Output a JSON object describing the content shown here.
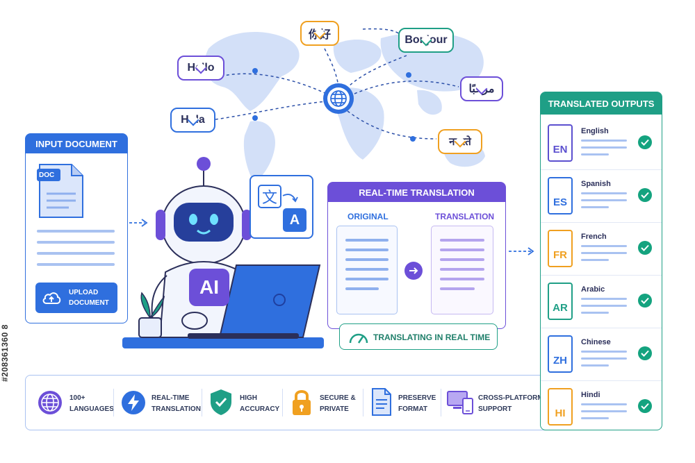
{
  "greetings": {
    "hello": "Hello",
    "hola": "Hola",
    "nihao": "你好",
    "bonjour": "Bonjour",
    "marhaba": "مرحبًا",
    "namaste": "नमस्ते"
  },
  "input_document": {
    "title": "INPUT DOCUMENT",
    "doc_tag": "DOC",
    "upload_line1": "UPLOAD",
    "upload_line2": "DOCUMENT"
  },
  "robot": {
    "badge": "AI",
    "translate_glyph_source": "文",
    "translate_glyph_target": "A"
  },
  "realtime": {
    "title": "REAL-TIME TRANSLATION",
    "original_label": "ORIGINAL",
    "translation_label": "TRANSLATION",
    "status": "TRANSLATING IN REAL TIME"
  },
  "outputs": {
    "title": "TRANSLATED OUTPUTS",
    "items": [
      {
        "code": "EN",
        "name": "English",
        "color": "#5b4fcf"
      },
      {
        "code": "ES",
        "name": "Spanish",
        "color": "#2f6fde"
      },
      {
        "code": "FR",
        "name": "French",
        "color": "#f0a020"
      },
      {
        "code": "AR",
        "name": "Arabic",
        "color": "#1f9f86"
      },
      {
        "code": "ZH",
        "name": "Chinese",
        "color": "#2f6fde"
      },
      {
        "code": "HI",
        "name": "Hindi",
        "color": "#f0a020"
      }
    ]
  },
  "features": [
    {
      "line1": "100+",
      "line2": "LANGUAGES",
      "icon": "globe-icon"
    },
    {
      "line1": "REAL-TIME",
      "line2": "TRANSLATION",
      "icon": "lightning-icon"
    },
    {
      "line1": "HIGH",
      "line2": "ACCURACY",
      "icon": "shield-check-icon"
    },
    {
      "line1": "SECURE &",
      "line2": "PRIVATE",
      "icon": "lock-icon"
    },
    {
      "line1": "PRESERVE",
      "line2": "FORMAT",
      "icon": "document-icon"
    },
    {
      "line1": "CROSS-PLATFORM",
      "line2": "SUPPORT",
      "icon": "devices-icon"
    }
  ],
  "watermark_id": "#208361360 8",
  "colors": {
    "blue": "#2f6fde",
    "purple": "#6c4fd8",
    "teal": "#1f9f86",
    "orange": "#f0a020",
    "map": "#cfdcf7"
  }
}
